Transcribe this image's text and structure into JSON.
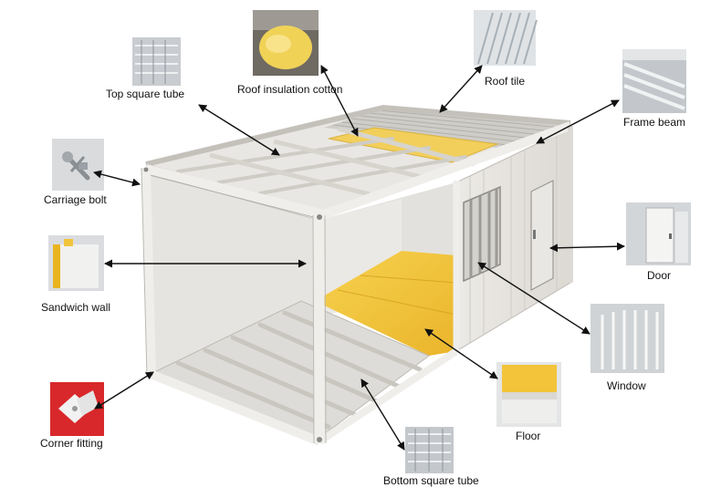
{
  "labels": {
    "top_square_tube": "Top square tube",
    "roof_insulation_cotton": "Roof insulation cotton",
    "roof_tile": "Roof tile",
    "frame_beam": "Frame beam",
    "carriage_bolt": "Carriage bolt",
    "sandwich_wall": "Sandwich wall",
    "door": "Door",
    "window": "Window",
    "corner_fitting": "Corner fitting",
    "floor": "Floor",
    "bottom_square_tube": "Bottom square tube"
  },
  "colors": {
    "frame": "#eeeeec",
    "frame_edge": "#a9a9a9",
    "insulation": "#f2cf5b",
    "floor": "#f4c63a",
    "corner_fitting": "#d8282b",
    "arrow": "#111111"
  }
}
